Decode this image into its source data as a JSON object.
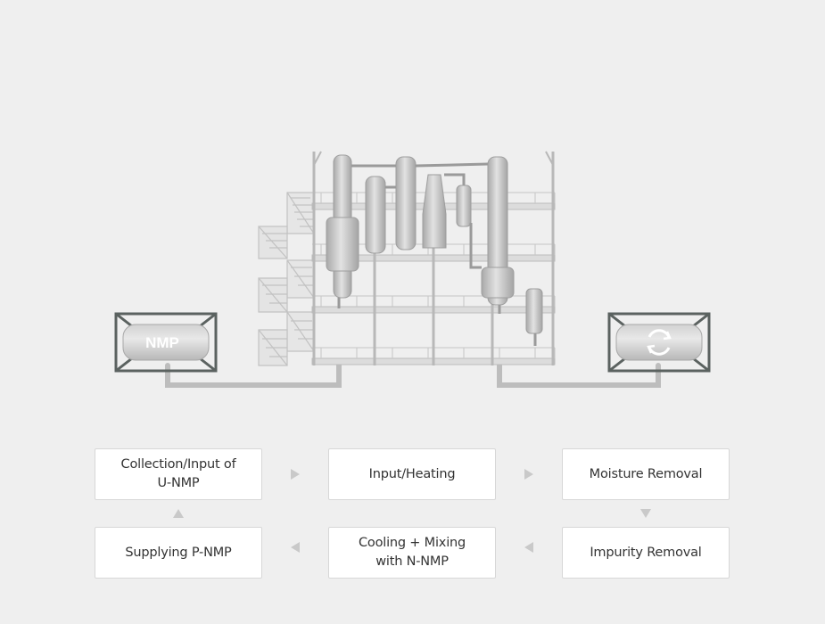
{
  "tanks": {
    "left_label": "NMP",
    "right_icon": "recycle-arrows-icon"
  },
  "flow": {
    "steps": [
      "Collection/Input of\nU-NMP",
      "Input/Heating",
      "Moisture Removal",
      "Supplying P-NMP",
      "Cooling + Mixing\nwith N-NMP",
      "Impurity Removal"
    ]
  },
  "colors": {
    "background": "#efefef",
    "structure": "#c4c4c4",
    "tank_frame": "#5b6260",
    "arrow": "#c9c9c9"
  }
}
